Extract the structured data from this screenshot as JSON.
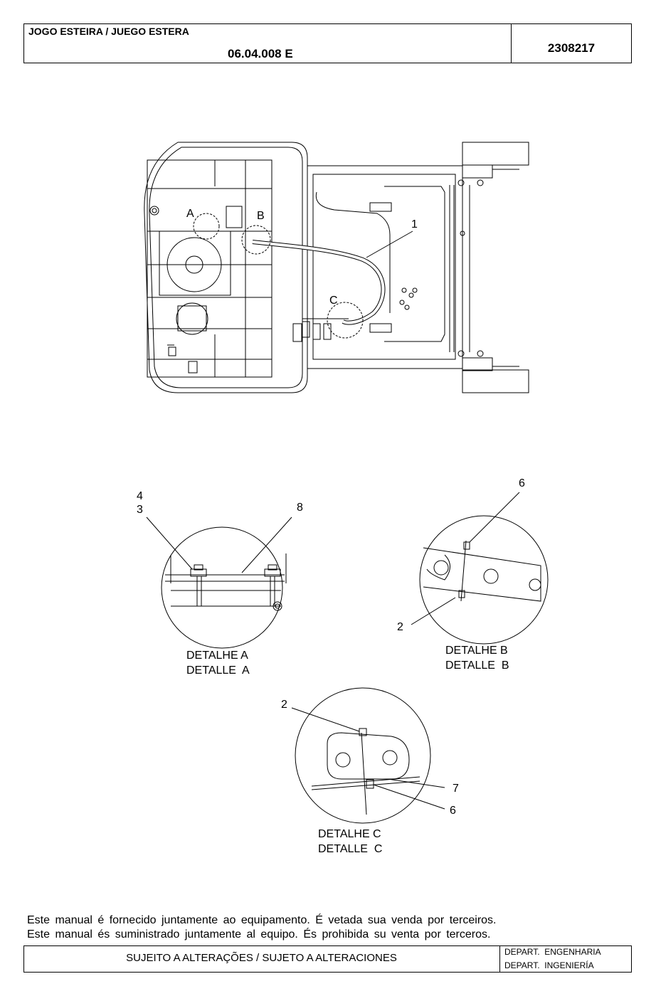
{
  "header": {
    "title": "JOGO ESTEIRA / JUEGO ESTERA",
    "code": "06.04.008 E",
    "part_number": "2308217"
  },
  "main_view": {
    "callouts": [
      "A",
      "B",
      "C",
      "1"
    ]
  },
  "details": {
    "a": {
      "callouts": [
        "4",
        "3",
        "8"
      ],
      "label_pt": "DETALHE A",
      "label_es": "DETALLE  A"
    },
    "b": {
      "callouts": [
        "6",
        "2"
      ],
      "label_pt": "DETALHE B",
      "label_es": "DETALLE  B"
    },
    "c": {
      "callouts": [
        "2",
        "7",
        "6"
      ],
      "label_pt": "DETALHE C",
      "label_es": "DETALLE  C"
    }
  },
  "notice": {
    "line_pt": "Este manual é fornecido juntamente ao equipamento. É vetada sua venda por terceiros.",
    "line_es": "Este manual és suministrado juntamente al equipo. És prohibida su venta por terceros."
  },
  "footer": {
    "subject_to_change": "SUJEITO A ALTERAÇÕES / SUJETO A ALTERACIONES",
    "dept_pt": "DEPART.  ENGENHARIA",
    "dept_es": "DEPART.  INGENIERÍA"
  }
}
